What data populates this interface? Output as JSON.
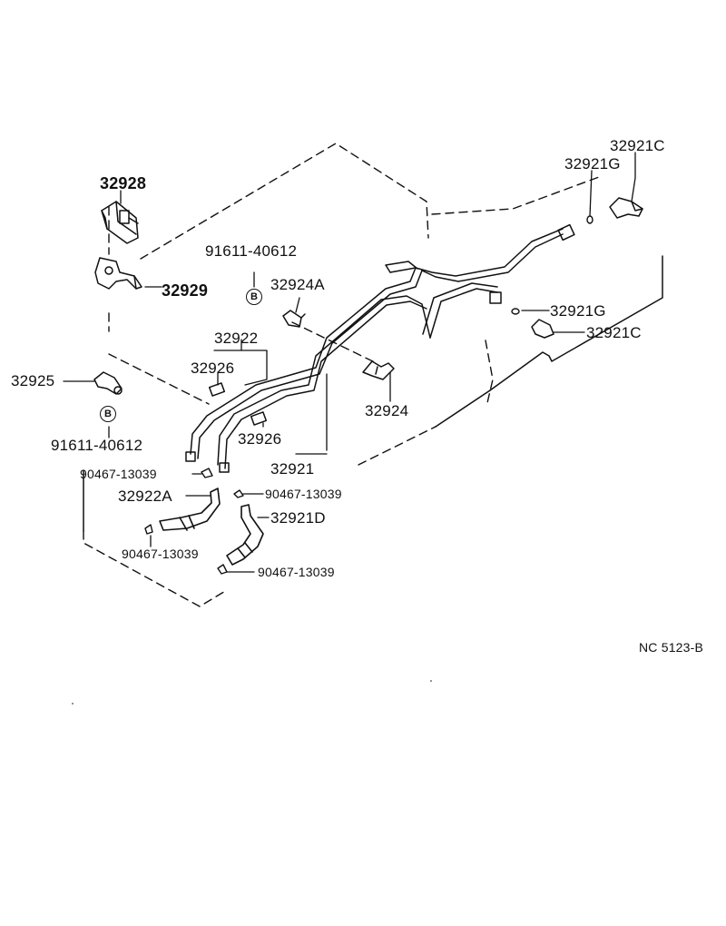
{
  "labels": {
    "p32928": "32928",
    "p32929": "32929",
    "p32925": "32925",
    "p91611_a": "91611-40612",
    "p91611_b": "91611-40612",
    "p32924A": "32924A",
    "p32922": "32922",
    "p32926_a": "32926",
    "p32926_b": "32926",
    "p32924": "32924",
    "p32921": "32921",
    "p32921C_top": "32921C",
    "p32921G_top": "32921G",
    "p32921G_mid": "32921G",
    "p32921C_mid": "32921C",
    "p90467_a": "90467-13039",
    "p90467_b": "90467-13039",
    "p90467_c": "90467-13039",
    "p90467_d": "90467-13039",
    "p32922A": "32922A",
    "p32921D": "32921D",
    "ref_code": "NC  5123-B",
    "circle_b": "B"
  },
  "colors": {
    "ink": "#111111",
    "paper": "#ffffff"
  }
}
